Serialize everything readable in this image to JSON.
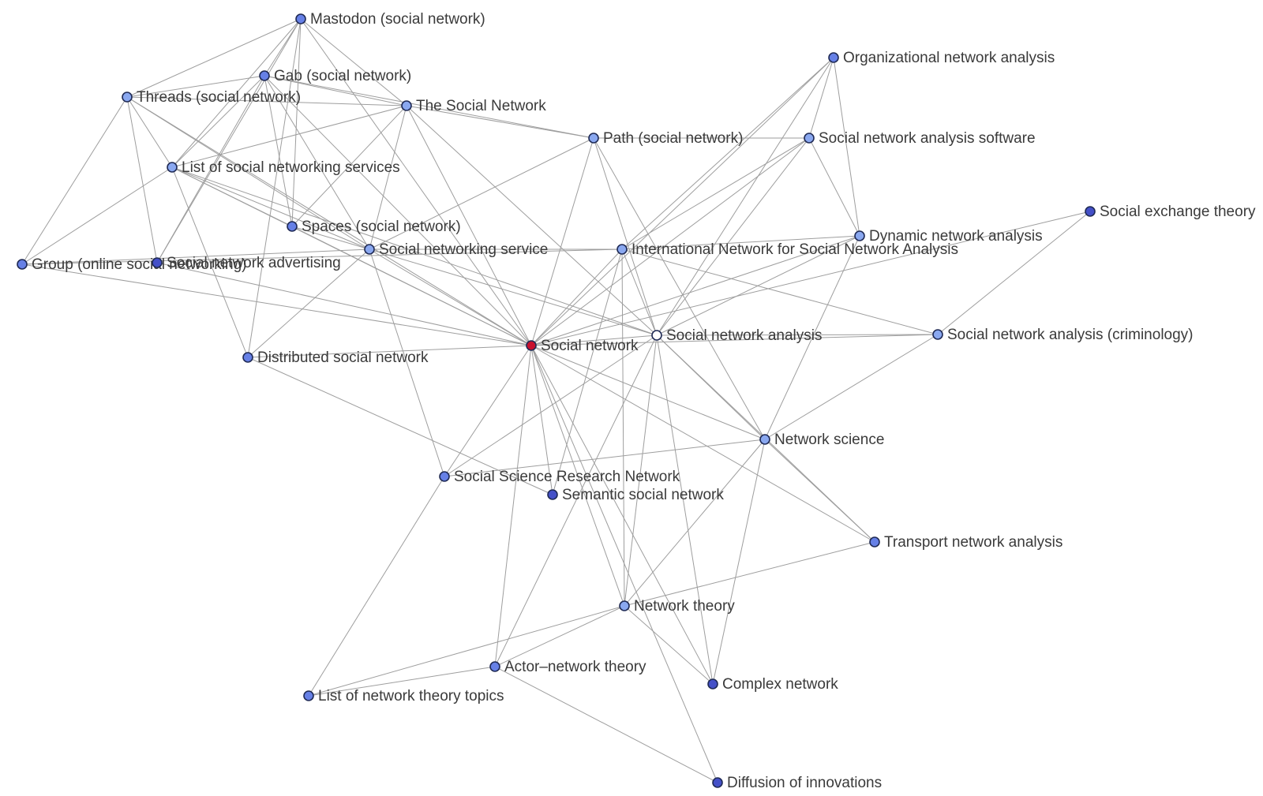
{
  "colors": {
    "background": "#ffffff",
    "edge": "#9e9e9e",
    "label": "#3a3a3a",
    "node_outline": "#1f2a55",
    "focus_node": "#c8102e",
    "hub_node": "#ffffff",
    "light_node": "#8aa8f0",
    "mid_node": "#6680e6",
    "dark_node": "#4450c8"
  },
  "nodes": [
    {
      "id": "mastodon",
      "label": "Mastodon (social network)",
      "shade": "mid"
    },
    {
      "id": "gab",
      "label": "Gab (social network)",
      "shade": "mid"
    },
    {
      "id": "threads",
      "label": "Threads (social network)",
      "shade": "light"
    },
    {
      "id": "tsn",
      "label": "The Social Network",
      "shade": "light"
    },
    {
      "id": "lsns",
      "label": "List of social networking services",
      "shade": "light"
    },
    {
      "id": "spaces",
      "label": "Spaces (social network)",
      "shade": "mid"
    },
    {
      "id": "group",
      "label": "Group (online social networking)",
      "shade": "mid"
    },
    {
      "id": "sna_adv",
      "label": "Social network advertising",
      "shade": "dark"
    },
    {
      "id": "sns",
      "label": "Social networking service",
      "shade": "light"
    },
    {
      "id": "dsn",
      "label": "Distributed social network",
      "shade": "mid"
    },
    {
      "id": "sn",
      "label": "Social network",
      "shade": "focus"
    },
    {
      "id": "path",
      "label": "Path (social network)",
      "shade": "light"
    },
    {
      "id": "ona",
      "label": "Organizational network analysis",
      "shade": "mid"
    },
    {
      "id": "snas",
      "label": "Social network analysis software",
      "shade": "light"
    },
    {
      "id": "insna",
      "label": "International Network for Social Network Analysis",
      "shade": "light"
    },
    {
      "id": "dna",
      "label": "Dynamic network analysis",
      "shade": "light"
    },
    {
      "id": "set",
      "label": "Social exchange theory",
      "shade": "dark"
    },
    {
      "id": "sna",
      "label": "Social network analysis",
      "shade": "hub"
    },
    {
      "id": "snac",
      "label": "Social network analysis (criminology)",
      "shade": "light"
    },
    {
      "id": "ns",
      "label": "Network science",
      "shade": "light"
    },
    {
      "id": "ssrn",
      "label": "Social Science Research Network",
      "shade": "mid"
    },
    {
      "id": "ssn",
      "label": "Semantic social network",
      "shade": "dark"
    },
    {
      "id": "tna",
      "label": "Transport network analysis",
      "shade": "mid"
    },
    {
      "id": "nt",
      "label": "Network theory",
      "shade": "light"
    },
    {
      "id": "ant",
      "label": "Actor–network theory",
      "shade": "mid"
    },
    {
      "id": "lntt",
      "label": "List of network theory topics",
      "shade": "mid"
    },
    {
      "id": "cn",
      "label": "Complex network",
      "shade": "dark"
    },
    {
      "id": "doi",
      "label": "Diffusion of innovations",
      "shade": "dark"
    }
  ],
  "edges": [
    [
      "mastodon",
      "gab"
    ],
    [
      "mastodon",
      "threads"
    ],
    [
      "mastodon",
      "tsn"
    ],
    [
      "mastodon",
      "lsns"
    ],
    [
      "mastodon",
      "spaces"
    ],
    [
      "mastodon",
      "sna_adv"
    ],
    [
      "mastodon",
      "dsn"
    ],
    [
      "mastodon",
      "sn"
    ],
    [
      "gab",
      "threads"
    ],
    [
      "gab",
      "tsn"
    ],
    [
      "gab",
      "lsns"
    ],
    [
      "gab",
      "spaces"
    ],
    [
      "gab",
      "sna_adv"
    ],
    [
      "gab",
      "sns"
    ],
    [
      "gab",
      "sn"
    ],
    [
      "gab",
      "path"
    ],
    [
      "threads",
      "tsn"
    ],
    [
      "threads",
      "lsns"
    ],
    [
      "threads",
      "group"
    ],
    [
      "threads",
      "sna_adv"
    ],
    [
      "threads",
      "sns"
    ],
    [
      "threads",
      "sn"
    ],
    [
      "tsn",
      "lsns"
    ],
    [
      "tsn",
      "spaces"
    ],
    [
      "tsn",
      "sns"
    ],
    [
      "tsn",
      "sn"
    ],
    [
      "tsn",
      "path"
    ],
    [
      "tsn",
      "sna"
    ],
    [
      "lsns",
      "spaces"
    ],
    [
      "lsns",
      "group"
    ],
    [
      "lsns",
      "sns"
    ],
    [
      "lsns",
      "dsn"
    ],
    [
      "lsns",
      "sn"
    ],
    [
      "lsns",
      "sna"
    ],
    [
      "spaces",
      "sns"
    ],
    [
      "spaces",
      "sn"
    ],
    [
      "group",
      "sns"
    ],
    [
      "group",
      "sn"
    ],
    [
      "group",
      "insna"
    ],
    [
      "sna_adv",
      "sn"
    ],
    [
      "sns",
      "sn"
    ],
    [
      "sns",
      "insna"
    ],
    [
      "sns",
      "dsn"
    ],
    [
      "sns",
      "ssrn"
    ],
    [
      "sns",
      "sna"
    ],
    [
      "dsn",
      "sn"
    ],
    [
      "dsn",
      "ssn"
    ],
    [
      "sn",
      "path"
    ],
    [
      "sn",
      "ona"
    ],
    [
      "sn",
      "snas"
    ],
    [
      "sn",
      "insna"
    ],
    [
      "sn",
      "dna"
    ],
    [
      "sn",
      "sna"
    ],
    [
      "sn",
      "snac"
    ],
    [
      "sn",
      "ns"
    ],
    [
      "sn",
      "ssrn"
    ],
    [
      "sn",
      "ssn"
    ],
    [
      "sn",
      "tna"
    ],
    [
      "sn",
      "nt"
    ],
    [
      "sn",
      "ant"
    ],
    [
      "sn",
      "cn"
    ],
    [
      "sn",
      "doi"
    ],
    [
      "sn",
      "set"
    ],
    [
      "path",
      "snas"
    ],
    [
      "path",
      "sns"
    ],
    [
      "path",
      "ns"
    ],
    [
      "path",
      "sna"
    ],
    [
      "ona",
      "snas"
    ],
    [
      "ona",
      "dna"
    ],
    [
      "ona",
      "insna"
    ],
    [
      "ona",
      "sna"
    ],
    [
      "snas",
      "dna"
    ],
    [
      "snas",
      "sna"
    ],
    [
      "snas",
      "insna"
    ],
    [
      "insna",
      "dna"
    ],
    [
      "insna",
      "sna"
    ],
    [
      "insna",
      "ssn"
    ],
    [
      "insna",
      "snac"
    ],
    [
      "insna",
      "nt"
    ],
    [
      "dna",
      "sna"
    ],
    [
      "dna",
      "ns"
    ],
    [
      "sna",
      "snac"
    ],
    [
      "sna",
      "ns"
    ],
    [
      "sna",
      "ssrn"
    ],
    [
      "sna",
      "ant"
    ],
    [
      "sna",
      "nt"
    ],
    [
      "sna",
      "tna"
    ],
    [
      "sna",
      "cn"
    ],
    [
      "set",
      "snac"
    ],
    [
      "snac",
      "ns"
    ],
    [
      "ns",
      "ssrn"
    ],
    [
      "ns",
      "tna"
    ],
    [
      "ns",
      "nt"
    ],
    [
      "ns",
      "cn"
    ],
    [
      "ssrn",
      "lntt"
    ],
    [
      "tna",
      "nt"
    ],
    [
      "nt",
      "lntt"
    ],
    [
      "nt",
      "ant"
    ],
    [
      "nt",
      "cn"
    ],
    [
      "ant",
      "lntt"
    ],
    [
      "ant",
      "doi"
    ]
  ]
}
